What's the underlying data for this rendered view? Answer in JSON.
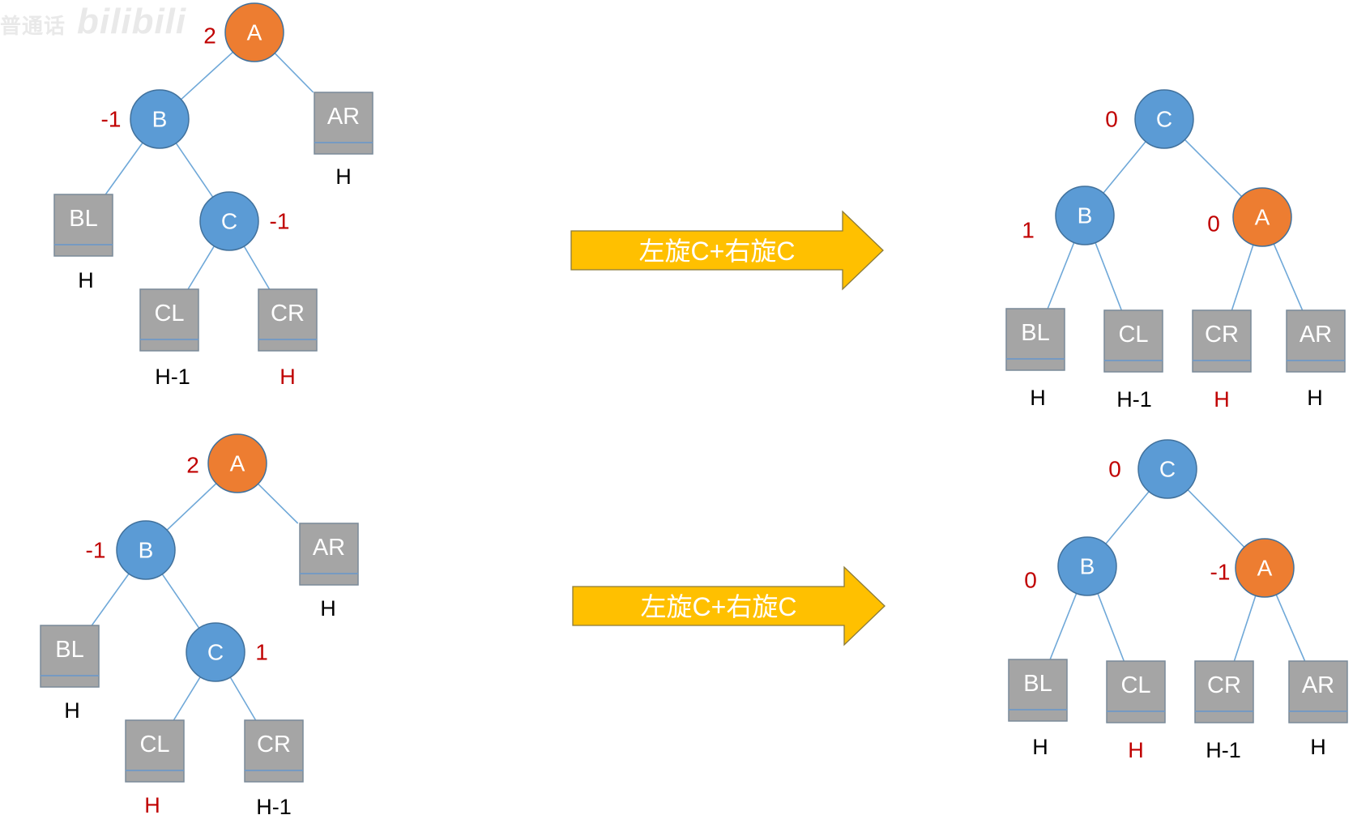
{
  "watermark": {
    "text": "普通话",
    "logo": "bilibili"
  },
  "colors": {
    "blue_node": "#5b9bd5",
    "orange_node": "#ed7d31",
    "subtree_box": "#a5a5a5",
    "edge": "#6fa8d8",
    "red_label": "#c00000",
    "black_label": "#000000",
    "arrow_fill": "#ffc000"
  },
  "arrows": [
    {
      "label": "左旋C+右旋C"
    },
    {
      "label": "左旋C+右旋C"
    }
  ],
  "diagrams": {
    "top_before": {
      "nodes": [
        {
          "id": "A",
          "text": "A",
          "color": "orange",
          "balance": "2"
        },
        {
          "id": "B",
          "text": "B",
          "color": "blue",
          "balance": "-1"
        },
        {
          "id": "C",
          "text": "C",
          "color": "blue",
          "balance": "-1"
        }
      ],
      "subtrees": [
        {
          "id": "AR",
          "text": "AR",
          "height": "H",
          "height_color": "black"
        },
        {
          "id": "BL",
          "text": "BL",
          "height": "H",
          "height_color": "black"
        },
        {
          "id": "CL",
          "text": "CL",
          "height": "H-1",
          "height_color": "black"
        },
        {
          "id": "CR",
          "text": "CR",
          "height": "H",
          "height_color": "red"
        }
      ]
    },
    "top_after": {
      "nodes": [
        {
          "id": "C",
          "text": "C",
          "color": "blue",
          "balance": "0"
        },
        {
          "id": "B",
          "text": "B",
          "color": "blue",
          "balance": "1"
        },
        {
          "id": "A",
          "text": "A",
          "color": "orange",
          "balance": "0"
        }
      ],
      "subtrees": [
        {
          "id": "BL",
          "text": "BL",
          "height": "H",
          "height_color": "black"
        },
        {
          "id": "CL",
          "text": "CL",
          "height": "H-1",
          "height_color": "black"
        },
        {
          "id": "CR",
          "text": "CR",
          "height": "H",
          "height_color": "red"
        },
        {
          "id": "AR",
          "text": "AR",
          "height": "H",
          "height_color": "black"
        }
      ]
    },
    "bottom_before": {
      "nodes": [
        {
          "id": "A",
          "text": "A",
          "color": "orange",
          "balance": "2"
        },
        {
          "id": "B",
          "text": "B",
          "color": "blue",
          "balance": "-1"
        },
        {
          "id": "C",
          "text": "C",
          "color": "blue",
          "balance": "1"
        }
      ],
      "subtrees": [
        {
          "id": "AR",
          "text": "AR",
          "height": "H",
          "height_color": "black"
        },
        {
          "id": "BL",
          "text": "BL",
          "height": "H",
          "height_color": "black"
        },
        {
          "id": "CL",
          "text": "CL",
          "height": "H",
          "height_color": "red"
        },
        {
          "id": "CR",
          "text": "CR",
          "height": "H-1",
          "height_color": "black"
        }
      ]
    },
    "bottom_after": {
      "nodes": [
        {
          "id": "C",
          "text": "C",
          "color": "blue",
          "balance": "0"
        },
        {
          "id": "B",
          "text": "B",
          "color": "blue",
          "balance": "0"
        },
        {
          "id": "A",
          "text": "A",
          "color": "orange",
          "balance": "-1"
        }
      ],
      "subtrees": [
        {
          "id": "BL",
          "text": "BL",
          "height": "H",
          "height_color": "black"
        },
        {
          "id": "CL",
          "text": "CL",
          "height": "H",
          "height_color": "red"
        },
        {
          "id": "CR",
          "text": "CR",
          "height": "H-1",
          "height_color": "black"
        },
        {
          "id": "AR",
          "text": "AR",
          "height": "H",
          "height_color": "black"
        }
      ]
    }
  }
}
